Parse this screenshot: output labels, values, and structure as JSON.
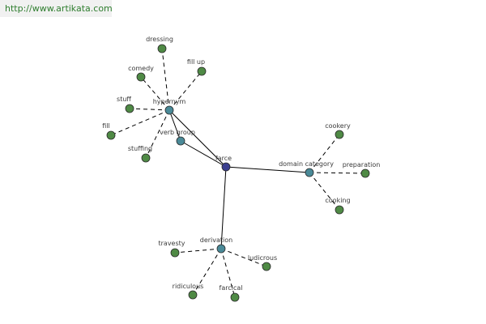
{
  "watermark": "http://www.artikata.com",
  "colors": {
    "root_node": "#3b3f8f",
    "hub_node": "#4a8a98",
    "leaf_node": "#4f8a45",
    "solid_edge": "#000000",
    "dashed_edge": "#000000"
  },
  "root": "farce",
  "hubs": [
    {
      "id": "hypernym",
      "label": "hypernym"
    },
    {
      "id": "verb-group",
      "label": "verb group"
    },
    {
      "id": "domain-category",
      "label": "domain category"
    },
    {
      "id": "derivation",
      "label": "derivation"
    }
  ],
  "leaves": [
    {
      "id": "dressing",
      "label": "dressing",
      "hub": "hypernym"
    },
    {
      "id": "comedy",
      "label": "comedy",
      "hub": "hypernym"
    },
    {
      "id": "fill-up",
      "label": "fill up",
      "hub": "hypernym"
    },
    {
      "id": "stuff",
      "label": "stuff",
      "hub": "hypernym"
    },
    {
      "id": "fill",
      "label": "fill",
      "hub": "hypernym"
    },
    {
      "id": "stuffing",
      "label": "stuffing",
      "hub": "hypernym"
    },
    {
      "id": "cookery",
      "label": "cookery",
      "hub": "domain-category"
    },
    {
      "id": "preparation",
      "label": "preparation",
      "hub": "domain-category"
    },
    {
      "id": "cooking",
      "label": "cooking",
      "hub": "domain-category"
    },
    {
      "id": "travesty",
      "label": "travesty",
      "hub": "derivation"
    },
    {
      "id": "ludicrous",
      "label": "ludicrous",
      "hub": "derivation"
    },
    {
      "id": "ridiculous",
      "label": "ridiculous",
      "hub": "derivation"
    },
    {
      "id": "farcical",
      "label": "farcical",
      "hub": "derivation"
    }
  ]
}
